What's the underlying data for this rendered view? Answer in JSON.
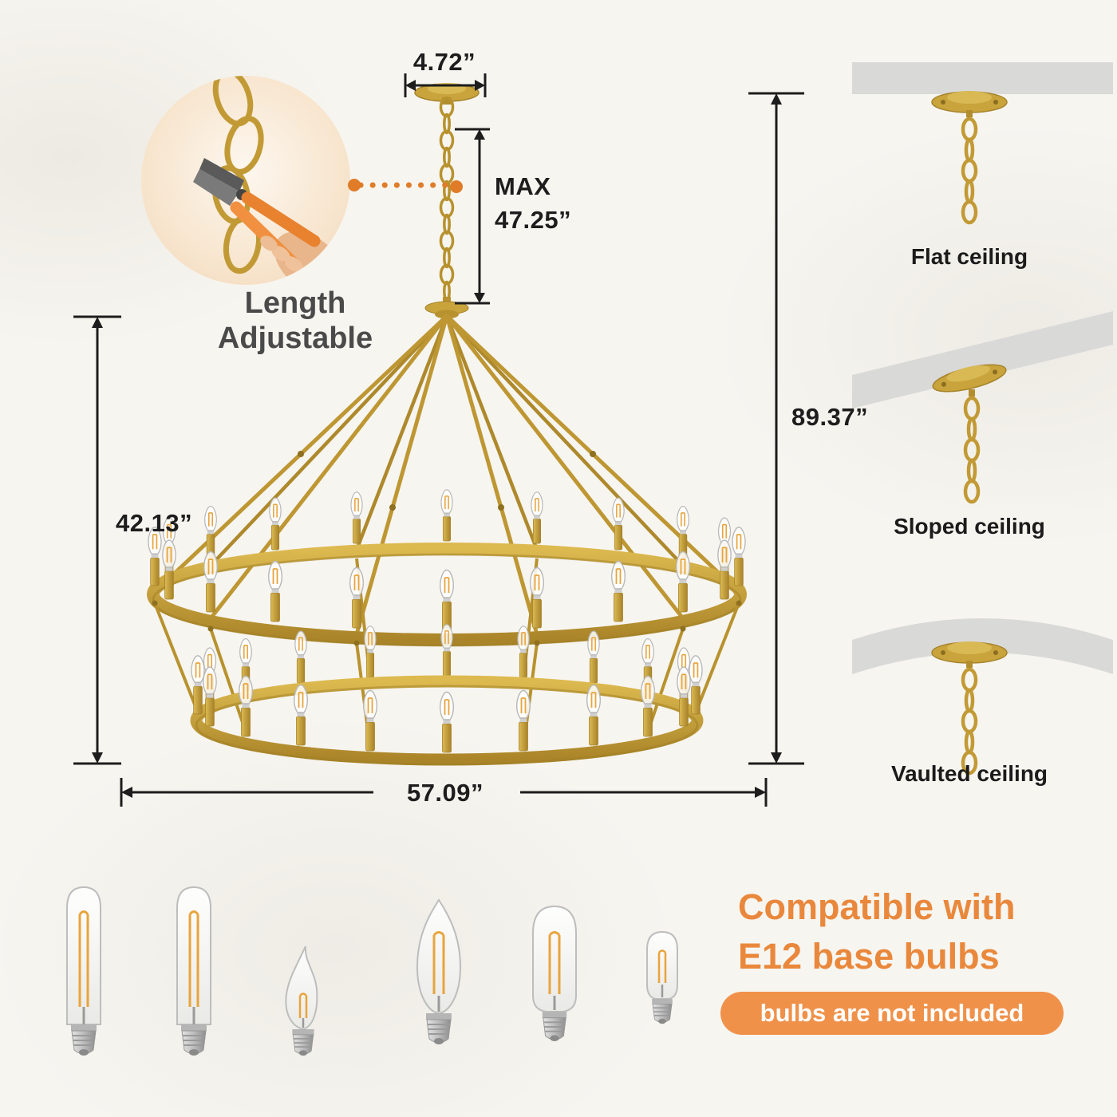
{
  "page": {
    "background": "#F7F5F0"
  },
  "colors": {
    "gold": "#C9A43C",
    "orange_accent": "#E9883C",
    "badge_background": "#F0914A",
    "dimension_line": "#1D1D1D",
    "text_dark": "#4A4A4A"
  },
  "annotations": {
    "canopy_width": "4.72”",
    "max_label": "MAX",
    "max_value": "47.25”",
    "total_height": "89.37”",
    "fixture_height": "42.13”",
    "diameter": "57.09”"
  },
  "adjustable": {
    "line1": "Length",
    "line2": "Adjustable"
  },
  "ceilings": [
    {
      "label": "Flat ceiling"
    },
    {
      "label": "Sloped ceiling"
    },
    {
      "label": "Vaulted ceiling"
    }
  ],
  "bulbs": [
    {
      "icon": "t6-tubular-bulb-icon"
    },
    {
      "icon": "t6-tubular-bulb-icon"
    },
    {
      "icon": "flame-tip-candelabra-bulb-icon"
    },
    {
      "icon": "b11-torpedo-bulb-icon"
    },
    {
      "icon": "t45-tubular-bulb-icon"
    },
    {
      "icon": "mini-tubular-bulb-icon"
    }
  ],
  "compatibility": {
    "line1": "Compatible with",
    "line2": "E12 base bulbs",
    "badge": "bulbs are not included"
  }
}
